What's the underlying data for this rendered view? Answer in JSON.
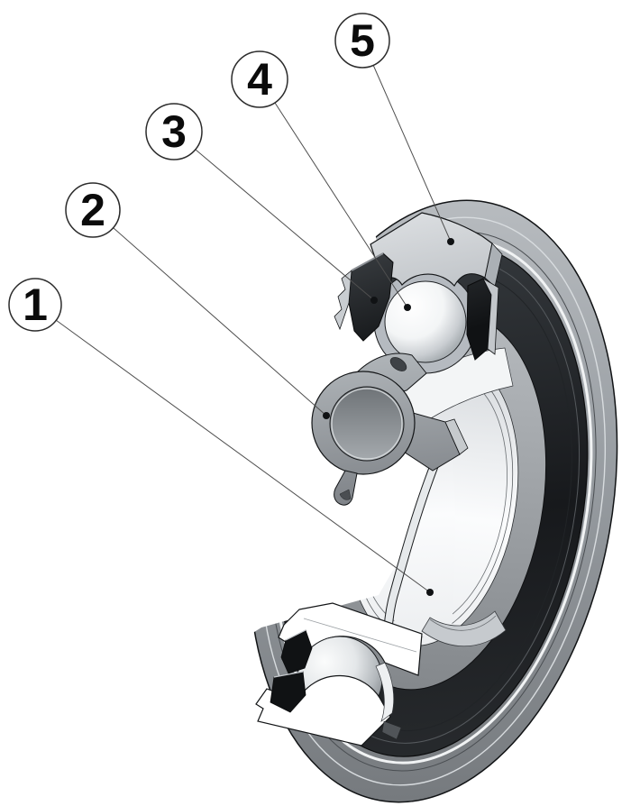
{
  "figure": {
    "kind": "bearing-cutaway-diagram",
    "background": "#ffffff",
    "callout_count": "5"
  },
  "callouts": [
    {
      "label": "1"
    },
    {
      "label": "2"
    },
    {
      "label": "3"
    },
    {
      "label": "4"
    },
    {
      "label": "5"
    }
  ],
  "palette": {
    "background": "#ffffff",
    "outline": "#131517",
    "metal_light": "#d6d9dc",
    "metal_mid": "#9aa0a5",
    "metal_dark": "#74787c",
    "seal_dark": "#17191c",
    "ball_highlight": "#ffffff",
    "leader_line": "#4f4f4f"
  }
}
